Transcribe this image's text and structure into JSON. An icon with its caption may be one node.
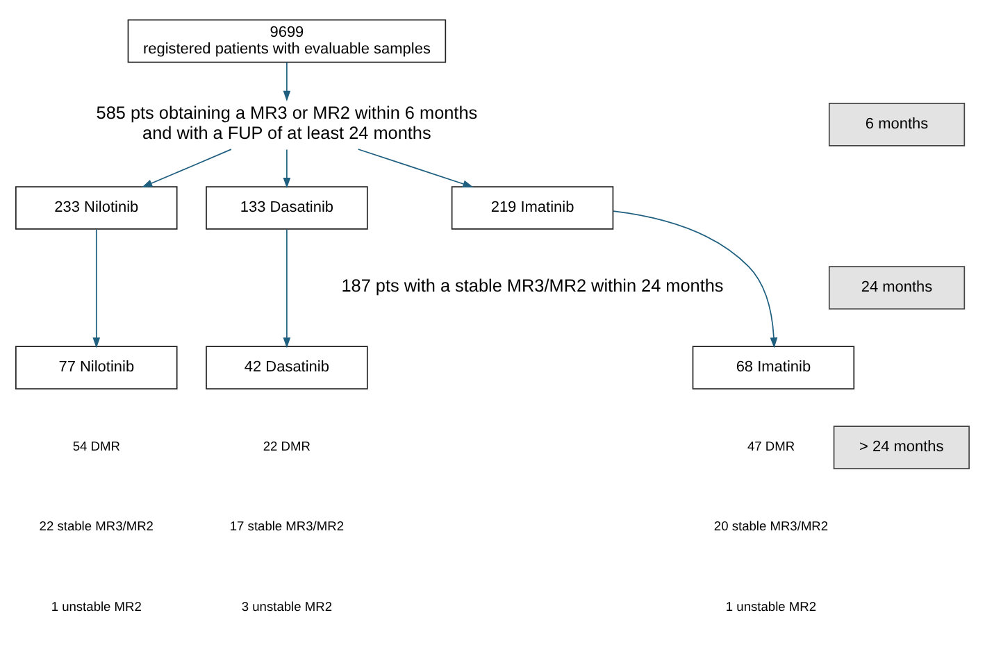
{
  "diagram": {
    "nodes": [
      {
        "text": [
          "9699 registered patients with evaluable samples"
        ]
      },
      {
        "text": [
          "6 months"
        ]
      },
      {
        "text": [
          "585 pts obtaining a MR3 or MR2 within 6 months and with a FUP of at least 24 months"
        ]
      },
      {
        "text": [
          "219 Imatinib"
        ]
      },
      {
        "text": [
          "233 Nilotinib"
        ]
      },
      {
        "text": [
          "133 Dasatinib"
        ]
      },
      {
        "text": [
          "24 months"
        ]
      },
      {
        "text": [
          "68 Imatinib"
        ]
      },
      {
        "text": [
          "77 Nilotinib"
        ]
      },
      {
        "text": [
          "42 Dasatinib"
        ]
      },
      {
        "text": [
          "> 24 months"
        ]
      }
    ],
    "edges": [
      {
        "from": 0,
        "to": 2,
        "arrow": "to"
      },
      {
        "from": 2,
        "to": 3,
        "arrow": "to"
      },
      {
        "from": 2,
        "to": 4,
        "arrow": "to"
      },
      {
        "from": 2,
        "to": 5,
        "arrow": "to"
      },
      {
        "from": 3,
        "to": 7,
        "arrow": "to"
      },
      {
        "from": 4,
        "to": 8,
        "arrow": "to"
      },
      {
        "from": 5,
        "to": 9,
        "arrow": "to"
      }
    ],
    "labels": [
      "187 pts with a stable MR3/MR2 within 24 months",
      "47 DMR",
      "54 DMR",
      "22 DMR",
      "20 stable MR3/MR2",
      "22 stable MR3/MR2",
      "17 stable MR3/MR2",
      "1 unstable MR2",
      "1 unstable MR2",
      "3 unstable MR2"
    ]
  }
}
